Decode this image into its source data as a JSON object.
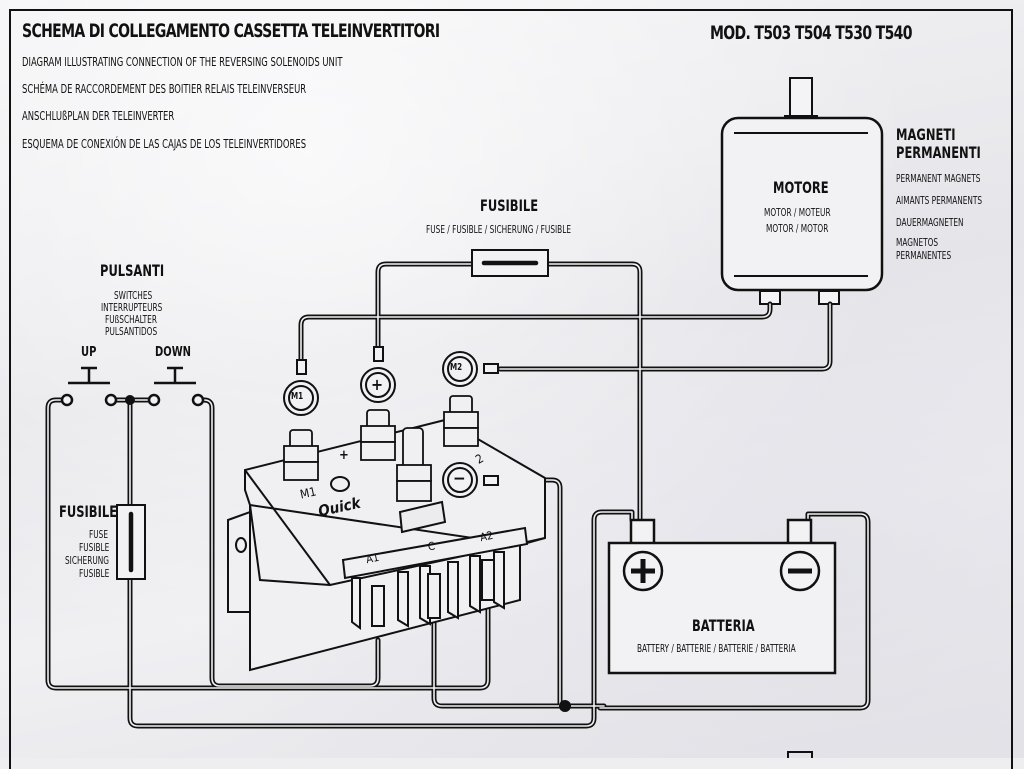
{
  "header": {
    "title": "SCHEMA DI COLLEGAMENTO CASSETTA TELEINVERTITORI",
    "model": "MOD. T503 T504 T530 T540",
    "subtitles": [
      "DIAGRAM ILLUSTRATING CONNECTION OF THE REVERSING SOLENOIDS UNIT",
      "SCHÉMA DE RACCORDEMENT DES BOITIER RELAIS TELEINVERSEUR",
      "ANSCHLUßPLAN DER TELEINVERTER",
      "ESQUEMA DE CONEXIÓN DE LAS CAJAS DE LOS TELEINVERTIDORES"
    ]
  },
  "motor": {
    "title": "MOTORE",
    "line1": "MOTOR / MOTEUR",
    "line2": "MOTOR / MOTOR"
  },
  "magnets": {
    "title_line1": "MAGNETI",
    "title_line2": "PERMANENTI",
    "translations": [
      "PERMANENT MAGNETS",
      "AIMANTS PERMANENTS",
      "DAUERMAGNETEN",
      "MAGNETOS",
      "PERMANENTES"
    ]
  },
  "fuse_top": {
    "title": "FUSIBILE",
    "translations": "FUSE / FUSIBLE / SICHERUNG / FUSIBLE"
  },
  "switches": {
    "title": "PULSANTI",
    "translations": [
      "SWITCHES",
      "INTERRUPTEURS",
      "FUßSCHALTER",
      "PULSANTIDOS"
    ],
    "up_label": "UP",
    "down_label": "DOWN"
  },
  "fuse_left": {
    "title": "FUSIBILE",
    "translations": [
      "FUSE",
      "FUSIBLE",
      "SICHERUNG",
      "FUSIBLE"
    ]
  },
  "battery": {
    "title": "BATTERIA",
    "translations": "BATTERY / BATTERIE / BATTERIE / BATTERIA",
    "plus_symbol": "+",
    "minus_symbol": "−"
  },
  "solenoid_unit": {
    "brand": "Quick",
    "terminals": {
      "m1": "M1",
      "m2": "M2",
      "plus": "+",
      "minus": "−",
      "body_m1": "M1",
      "body_plus": "+",
      "body_2": "2"
    },
    "connector_labels": [
      "A1",
      "C",
      "A2"
    ]
  }
}
